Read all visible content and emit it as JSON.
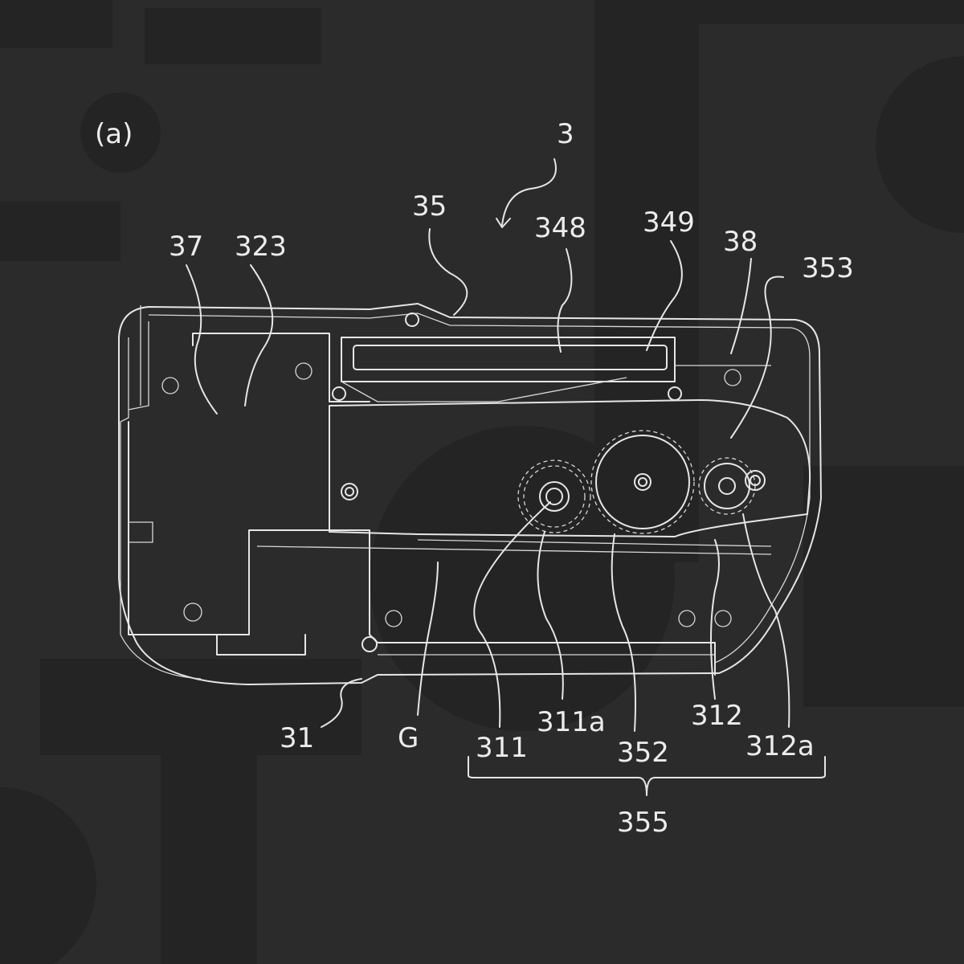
{
  "figure": {
    "panel_label": "(a)",
    "reference_numerals": {
      "device": "3",
      "n35": "35",
      "n348": "348",
      "n349": "349",
      "n38": "38",
      "n353": "353",
      "n37": "37",
      "n323": "323",
      "n31": "31",
      "gap": "G",
      "n311": "311",
      "n311a": "311a",
      "n352": "352",
      "n312": "312",
      "n312a": "312a",
      "n355": "355"
    }
  },
  "colors": {
    "background": "#2b2b2b",
    "watermark": "#242424",
    "line": "#e6e6e6"
  }
}
